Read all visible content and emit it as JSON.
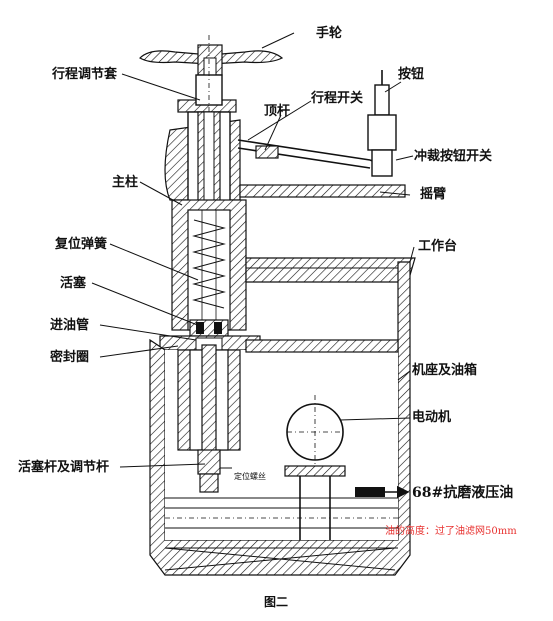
{
  "labels": {
    "handwheel": "手轮",
    "stroke_sleeve": "行程调节套",
    "push_rod": "顶杆",
    "stroke_switch": "行程开关",
    "button": "按钮",
    "punch_button_switch": "冲裁按钮开关",
    "main_column": "主柱",
    "rocker_arm": "摇臂",
    "return_spring": "复位弹簧",
    "worktable": "工作台",
    "piston": "活塞",
    "oil_inlet_pipe": "进油管",
    "seal_ring": "密封圈",
    "base_tank": "机座及油箱",
    "motor": "电动机",
    "piston_rod": "活塞杆及调节杆",
    "set_screw": "定位螺丝",
    "oil_type": "68#抗磨液压油",
    "oil_level_note": "油的高度：过了油滤网50mm",
    "figure_caption": "图二"
  },
  "colors": {
    "ink": "#111111",
    "note_red": "#e8312f",
    "oil_grey": "#cccccc"
  }
}
